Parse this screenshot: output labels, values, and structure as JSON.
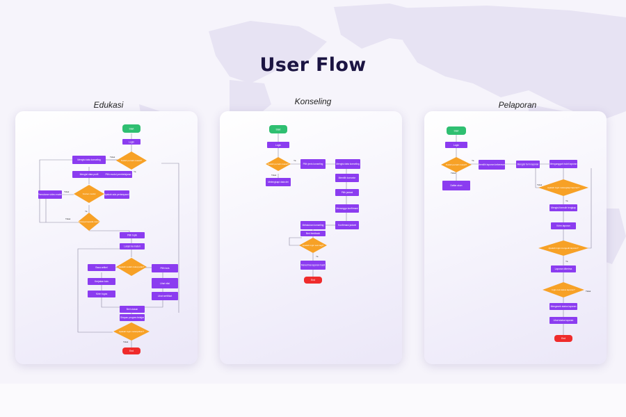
{
  "title": "User Flow",
  "colors": {
    "start": "#2fbf71",
    "process": "#8b3cf0",
    "decision": "#f7a126",
    "end": "#ef2b2b",
    "background": "#f6f4fb"
  },
  "panels": [
    {
      "title": "Edukasi",
      "nodes": [
        {
          "text": "Start"
        },
        {
          "text": "Login"
        },
        {
          "text": "Sudah pernah masuk?"
        },
        {
          "text": "Mengisi data konseling"
        },
        {
          "text": "Mengisi data profil"
        },
        {
          "text": "Pilih modul pembelajaran"
        },
        {
          "text": "Konten modul"
        },
        {
          "text": "Pemutaran video materi"
        },
        {
          "text": "Apakah ada pertanyaan?"
        },
        {
          "text": "Bertanya kepada mentor"
        },
        {
          "text": "Pilih topik"
        },
        {
          "text": "Apakah sudah cukup jelas?"
        },
        {
          "text": "Lanjut ke materi"
        },
        {
          "text": "Baca artikel"
        },
        {
          "text": "Pilih kuis"
        },
        {
          "text": "Kerjakan kuis"
        },
        {
          "text": "Lihat nilai"
        },
        {
          "text": "Kirim tugas"
        },
        {
          "text": "Lihat sertifikat"
        },
        {
          "text": "Beri ulasan"
        },
        {
          "text": "Simpan progres belajar"
        },
        {
          "text": "Apakah ingin melanjutkan?"
        },
        {
          "text": "End"
        }
      ],
      "edges": [
        {
          "text": "Tidak"
        },
        {
          "text": "Ya"
        },
        {
          "text": "Tidak"
        },
        {
          "text": "Ya"
        },
        {
          "text": "Tidak"
        },
        {
          "text": "Ya"
        },
        {
          "text": "Tidak"
        }
      ]
    },
    {
      "title": "Konseling",
      "nodes": [
        {
          "text": "Start"
        },
        {
          "text": "Login"
        },
        {
          "text": "Sudah pernah masuk?"
        },
        {
          "text": "Pilih jenis konseling"
        },
        {
          "text": "Mengisi data konseling"
        },
        {
          "text": "Melengkapi data diri"
        },
        {
          "text": "Memilih konselor"
        },
        {
          "text": "Pilih jadwal"
        },
        {
          "text": "Menunggu konfirmasi"
        },
        {
          "text": "Konfirmasi jadwal"
        },
        {
          "text": "Melakukan konseling"
        },
        {
          "text": "Beri feedback"
        },
        {
          "text": "Apakah ingin sesi lagi?"
        },
        {
          "text": "Menerima laporan hasil"
        },
        {
          "text": "End"
        }
      ],
      "edges": [
        {
          "text": "Ya"
        },
        {
          "text": "Tidak"
        },
        {
          "text": "Ya"
        }
      ]
    },
    {
      "title": "Pelaporan",
      "nodes": [
        {
          "text": "Start"
        },
        {
          "text": "Login"
        },
        {
          "text": "Sudah pernah masuk?"
        },
        {
          "text": "Daftar akun"
        },
        {
          "text": "Memilih laporan kekerasan"
        },
        {
          "text": "Mengisi form laporan"
        },
        {
          "text": "Mengunggah bukti laporan"
        },
        {
          "text": "Apakah ingin melengkapi laporan?"
        },
        {
          "text": "Mengisi formulir lengkap"
        },
        {
          "text": "Kirim laporan"
        },
        {
          "text": "Apakah ingin mengedit laporan?"
        },
        {
          "text": "Laporan diterima"
        },
        {
          "text": "Ingin cek status laporan?"
        },
        {
          "text": "Mengecek status laporan"
        },
        {
          "text": "Lihat status laporan"
        },
        {
          "text": "End"
        }
      ],
      "edges": [
        {
          "text": "Ya"
        },
        {
          "text": "Tidak"
        },
        {
          "text": "Ya"
        },
        {
          "text": "Tidak"
        },
        {
          "text": "Ya"
        },
        {
          "text": "Tidak"
        }
      ]
    }
  ]
}
